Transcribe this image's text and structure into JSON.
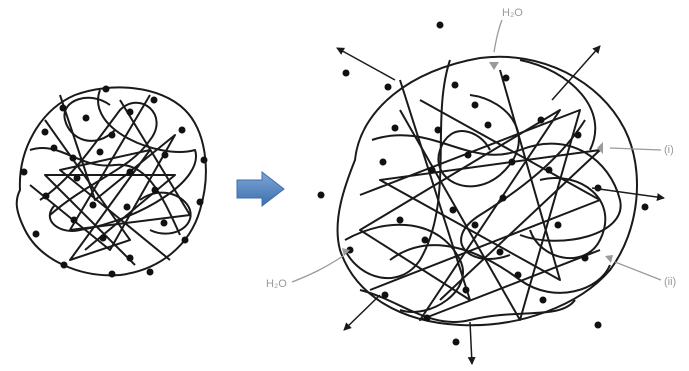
{
  "labels": {
    "h2o_top": "H₂O",
    "right_upper": "(i)",
    "right_lower": "(ii)",
    "h2o_left": "H₂O"
  },
  "colors": {
    "line": "#1a1a1a",
    "arrow_fill": "#4a7ab8",
    "label_gray": "#9a9a9a"
  },
  "icons": {
    "transition_arrow": "right-arrow-icon"
  }
}
